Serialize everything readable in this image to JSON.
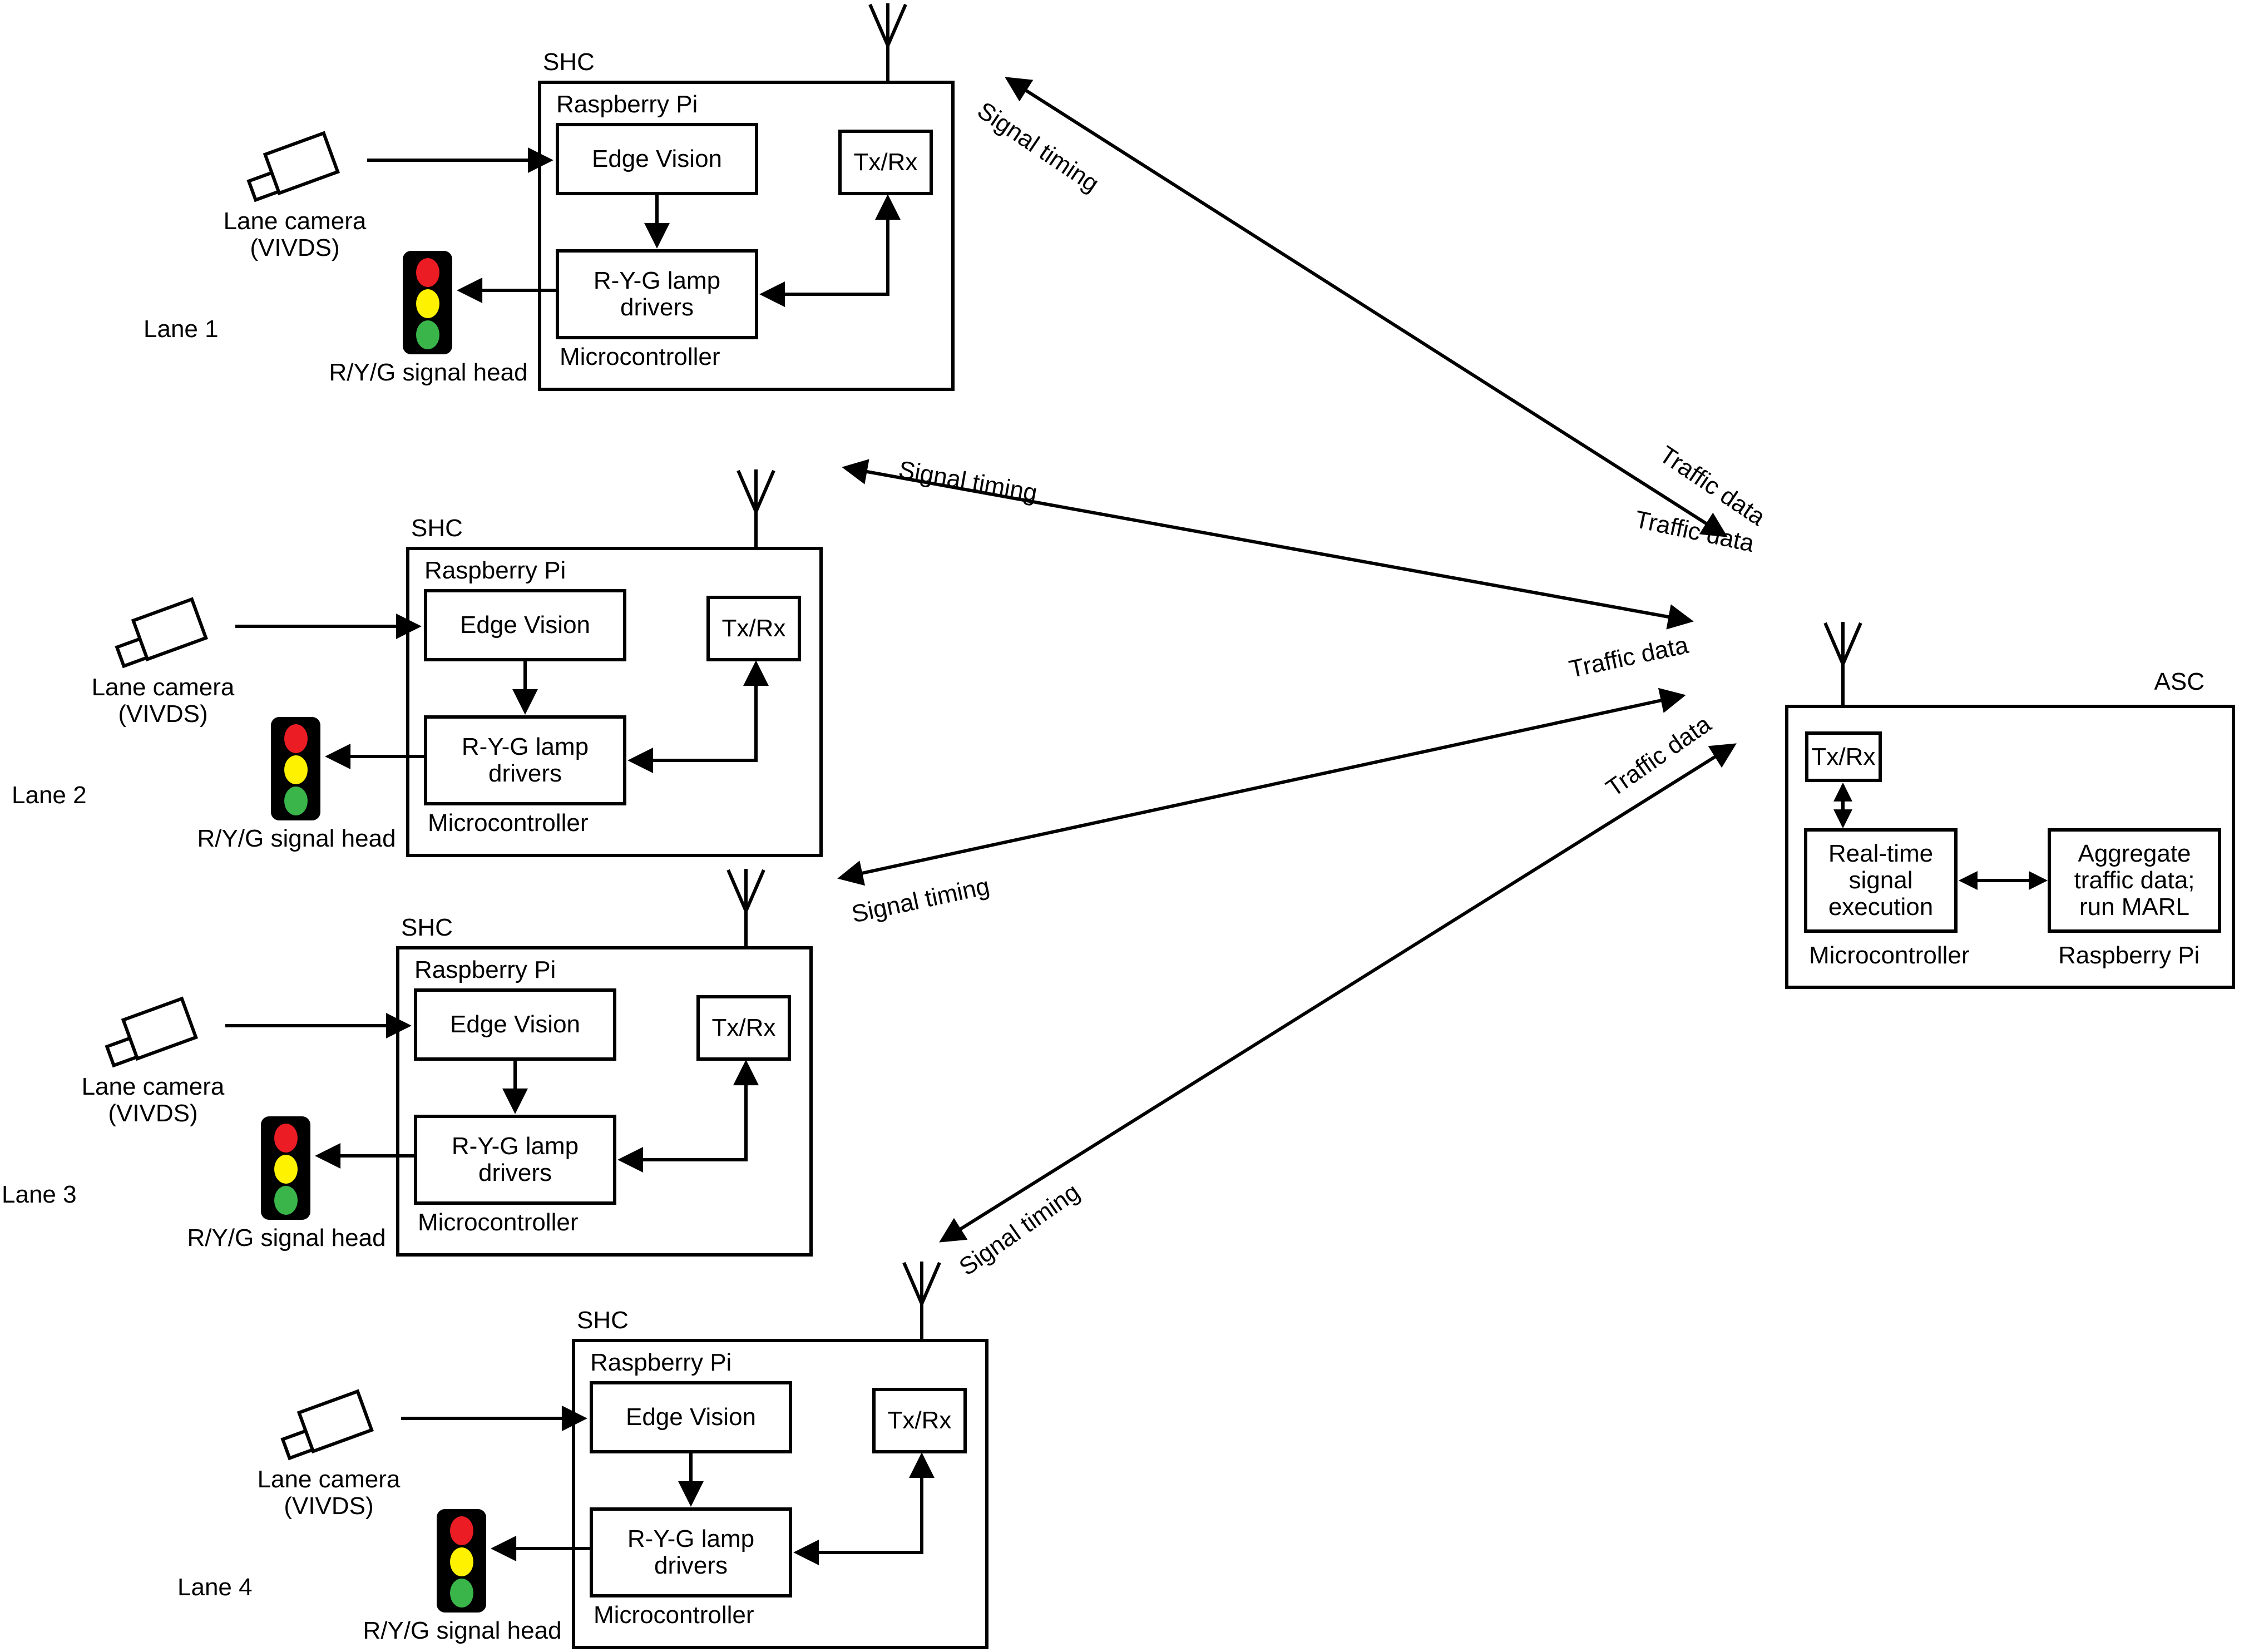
{
  "colors": {
    "background": "#ffffff",
    "line": "#000000",
    "signal_red": "#ec1c24",
    "signal_yellow": "#fff200",
    "signal_green": "#39b54a"
  },
  "shc": {
    "title": "SHC",
    "raspberry_pi_label": "Raspberry Pi",
    "edge_vision_label": "Edge Vision",
    "txrx_label": "Tx/Rx",
    "lamp_drivers_line1": "R-Y-G lamp",
    "lamp_drivers_line2": "drivers",
    "microcontroller_label": "Microcontroller",
    "camera_line1": "Lane camera",
    "camera_line2": "(VIVDS)",
    "signal_head_label": "R/Y/G signal head"
  },
  "lanes": [
    {
      "label": "Lane 1"
    },
    {
      "label": "Lane 2"
    },
    {
      "label": "Lane 3"
    },
    {
      "label": "Lane 4"
    }
  ],
  "links": {
    "signal_timing_label": "Signal timing",
    "traffic_data_label": "Traffic data"
  },
  "asc": {
    "title": "ASC",
    "txrx_label": "Tx/Rx",
    "realtime_line1": "Real-time",
    "realtime_line2": "signal",
    "realtime_line3": "execution",
    "aggregate_line1": "Aggregate",
    "aggregate_line2": "traffic data;",
    "aggregate_line3": "run MARL",
    "microcontroller_label": "Microcontroller",
    "raspberry_pi_label": "Raspberry Pi"
  }
}
